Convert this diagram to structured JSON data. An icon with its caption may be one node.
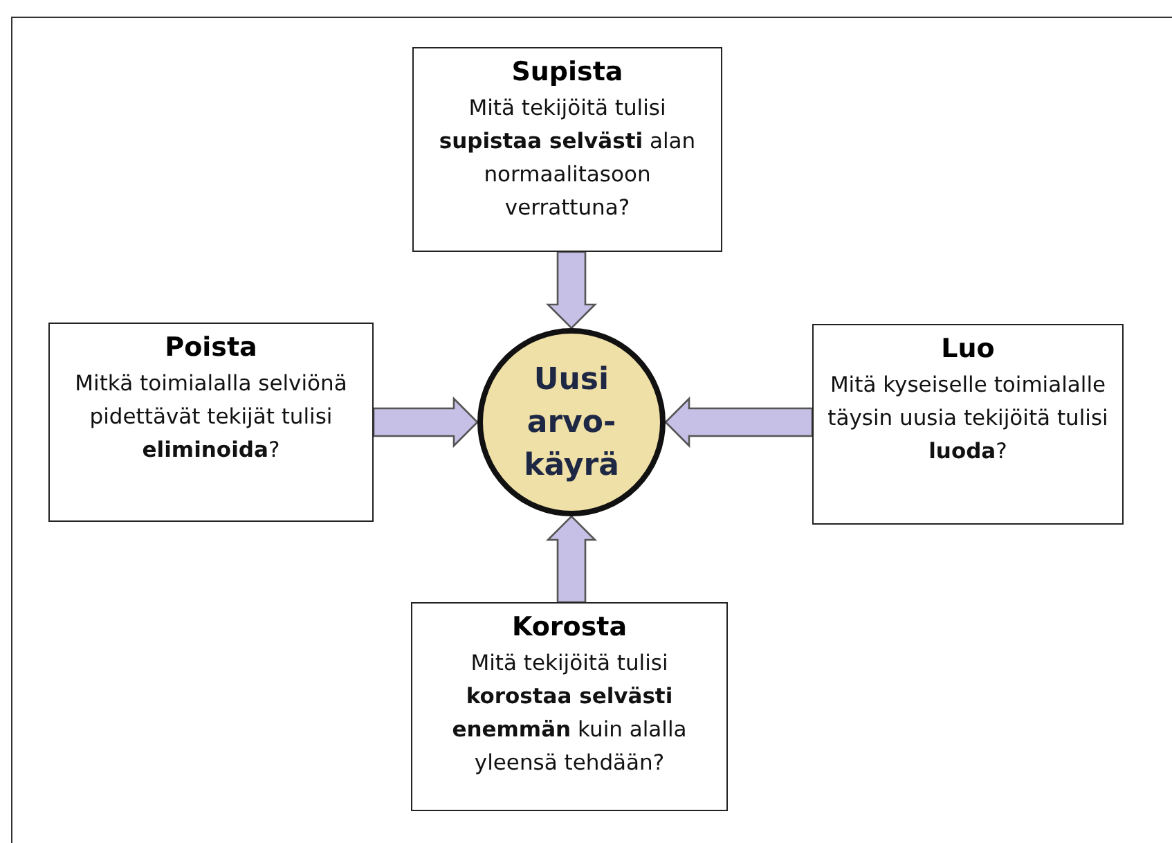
{
  "diagram": {
    "nodes": [
      {
        "text": [
          "Supista",
          "Mitä tekijöitä tulisi **supistaa selvästi** alan normaalitasoon verrattuna?"
        ]
      },
      {
        "text": [
          "Poista",
          "Mitkä toimialalla selviönä pidettävät tekijät tulisi **eliminoida**?"
        ]
      },
      {
        "text": [
          "Uusi arvo-käyrä"
        ]
      },
      {
        "text": [
          "Luo",
          "Mitä kyseiselle toimialalle täysin uusia tekijöitä tulisi **luoda**?"
        ]
      },
      {
        "text": [
          "Korosta",
          "Mitä tekijöitä tulisi **korostaa selvästi enemmän** kuin alalla yleensä tehdään?"
        ]
      }
    ],
    "edges": [
      {
        "from": 0,
        "to": 2,
        "arrow": "to",
        "style": "thick"
      },
      {
        "from": 1,
        "to": 2,
        "arrow": "to",
        "style": "thick"
      },
      {
        "from": 3,
        "to": 2,
        "arrow": "to",
        "style": "thick"
      },
      {
        "from": 4,
        "to": 2,
        "arrow": "to",
        "style": "thick"
      }
    ]
  }
}
